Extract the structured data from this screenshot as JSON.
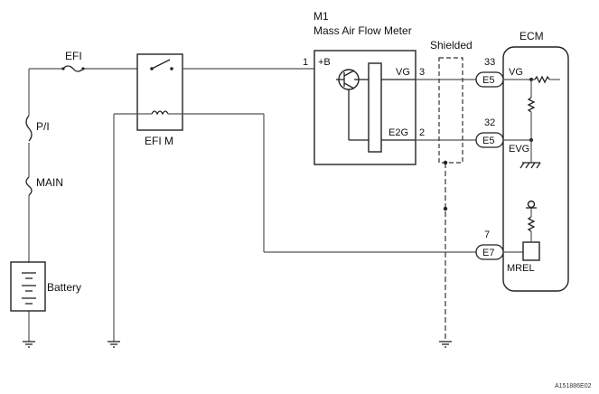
{
  "fuses": {
    "efi": "EFI",
    "pi": "P/I",
    "main": "MAIN"
  },
  "battery_label": "Battery",
  "relay_label": "EFI M",
  "maf": {
    "id": "M1",
    "name": "Mass Air Flow Meter",
    "pin_b_num": "1",
    "pin_b_label": "+B",
    "pin_vg_label": "VG",
    "pin_vg_num": "3",
    "pin_e2g_label": "E2G",
    "pin_e2g_num": "2"
  },
  "shielded_label": "Shielded",
  "ecm": {
    "title": "ECM",
    "vg_pin": "33",
    "vg_conn": "E5",
    "vg_label": "VG",
    "evg_pin": "32",
    "evg_conn": "E5",
    "evg_label": "EVG",
    "mrel_pin": "7",
    "mrel_conn": "E7",
    "mrel_label": "MREL"
  },
  "figure_code": "A151886E02"
}
